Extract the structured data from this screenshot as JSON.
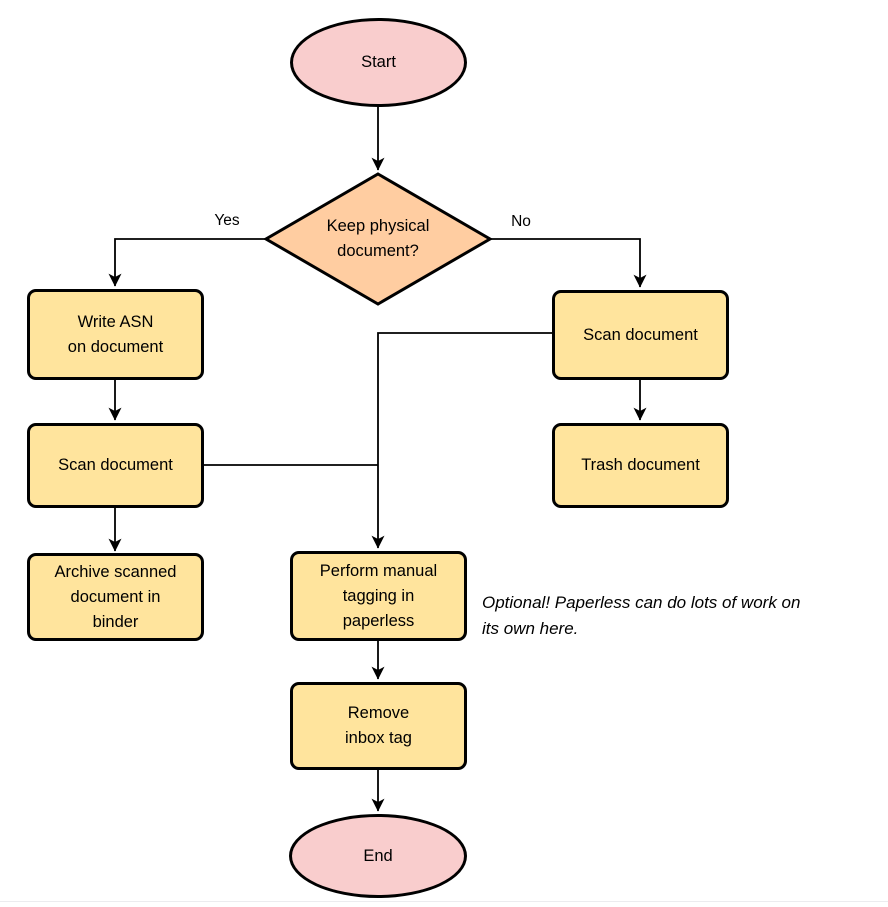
{
  "diagram": {
    "type": "flowchart",
    "nodes": {
      "start": {
        "label": "Start",
        "shape": "ellipse",
        "fill": "#F9CDCD"
      },
      "decision": {
        "label": "Keep physical\ndocument?",
        "shape": "diamond",
        "fill": "#FFCDA1"
      },
      "write_asn": {
        "label": "Write ASN\non document",
        "shape": "rect",
        "fill": "#FFE49D"
      },
      "scan_left": {
        "label": "Scan document",
        "shape": "rect",
        "fill": "#FFE49D"
      },
      "archive": {
        "label": "Archive scanned\ndocument in\nbinder",
        "shape": "rect",
        "fill": "#FFE49D"
      },
      "scan_right": {
        "label": "Scan document",
        "shape": "rect",
        "fill": "#FFE49D"
      },
      "trash": {
        "label": "Trash document",
        "shape": "rect",
        "fill": "#FFE49D"
      },
      "tagging": {
        "label": "Perform manual\ntagging in\npaperless",
        "shape": "rect",
        "fill": "#FFE49D"
      },
      "remove_inbox": {
        "label": "Remove\ninbox tag",
        "shape": "rect",
        "fill": "#FFE49D"
      },
      "end": {
        "label": "End",
        "shape": "ellipse",
        "fill": "#F9CDCD"
      }
    },
    "edge_labels": {
      "yes": "Yes",
      "no": "No"
    },
    "note": "Optional! Paperless can do lots of work on\nits own here.",
    "colors": {
      "stroke": "#000000",
      "process_fill": "#FFE49D",
      "decision_fill": "#FFCDA1",
      "terminal_fill": "#F9CDCD",
      "background": "#FFFFFF"
    }
  }
}
